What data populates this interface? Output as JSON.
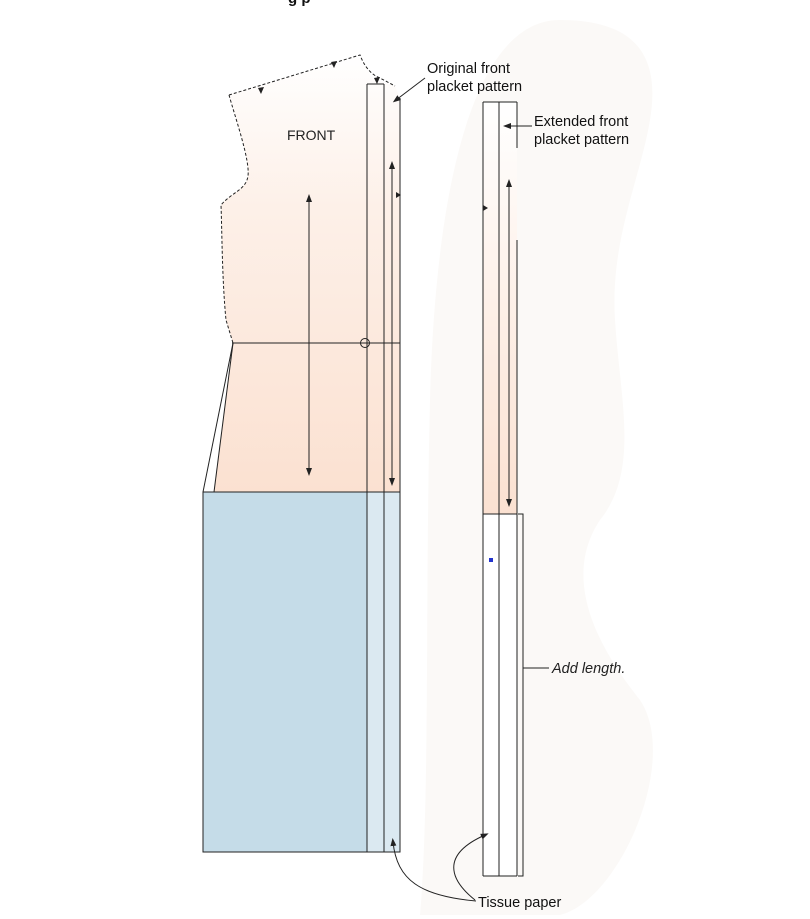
{
  "diagram": {
    "header_fragment": "g p",
    "front_label": "FRONT",
    "labels": {
      "original_placket": [
        "Original front",
        "placket pattern"
      ],
      "extended_placket": [
        "Extended front",
        "placket pattern"
      ],
      "add_length": "Add length.",
      "tissue_paper": "Tissue paper"
    },
    "colors": {
      "pattern_fill": "#fbe4d6",
      "tissue_fill": "#c5dce8",
      "line": "#222222",
      "marker": "#2233cc"
    }
  }
}
